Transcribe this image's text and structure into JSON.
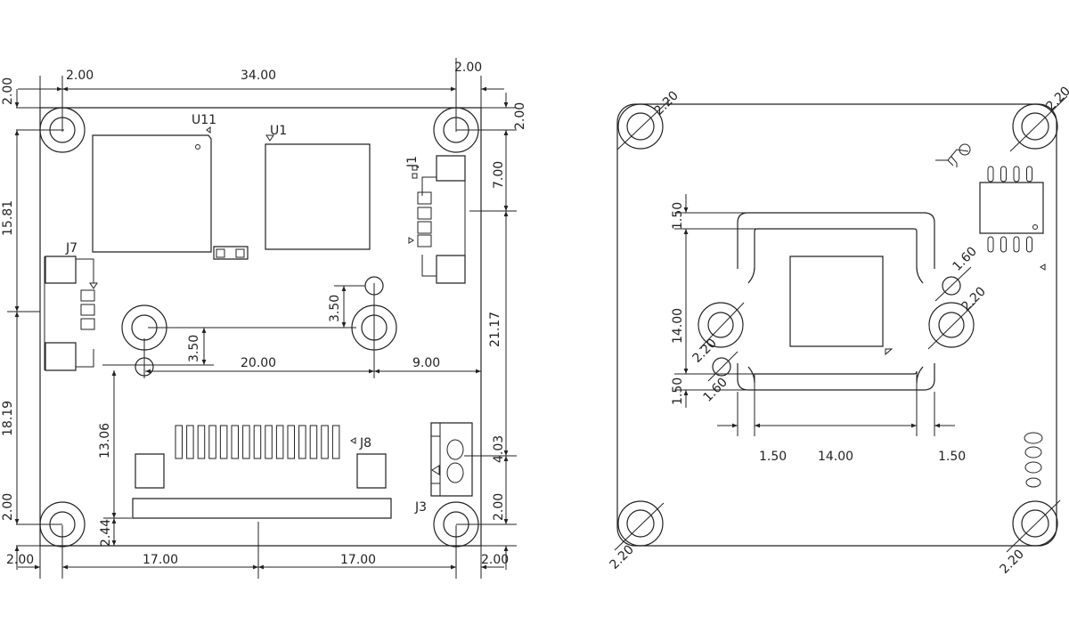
{
  "front_view": {
    "labels": {
      "u11": "U11",
      "u1": "U1",
      "j1": "J1",
      "j7": "J7",
      "j8": "J8",
      "j3": "J3"
    },
    "dims": {
      "top_left": "2.00",
      "top_width": "34.00",
      "top_right": "2.00",
      "left_top": "2.00",
      "left_upper": "15.81",
      "left_lower": "18.19",
      "left_bottom": "2.00",
      "right_top": "2.00",
      "right_j1": "7.00",
      "right_mid": "21.17",
      "right_j3": "4.03",
      "right_bottom": "2.00",
      "bottom_left": "2.00",
      "bottom_half_left": "17.00",
      "bottom_half_right": "17.00",
      "bottom_right": "2.00",
      "hole_offset_right": "3.50",
      "hole_offset_left": "3.50",
      "hole_spacing": "20.00",
      "hole_to_edge": "9.00",
      "fpc_height": "13.06",
      "fpc_offset": "2.44"
    }
  },
  "back_view": {
    "dims": {
      "hole_tl": "2.20",
      "hole_tr": "2.20",
      "hole_bl": "2.20",
      "hole_br": "2.20",
      "mid_left_hole": "2.20",
      "mid_right_hole": "2.20",
      "pin_left": "1.60",
      "pin_right": "1.60",
      "v_top": "1.50",
      "v_mid": "14.00",
      "v_bottom": "1.50",
      "h_left": "1.50",
      "h_mid": "14.00",
      "h_right": "1.50"
    }
  }
}
